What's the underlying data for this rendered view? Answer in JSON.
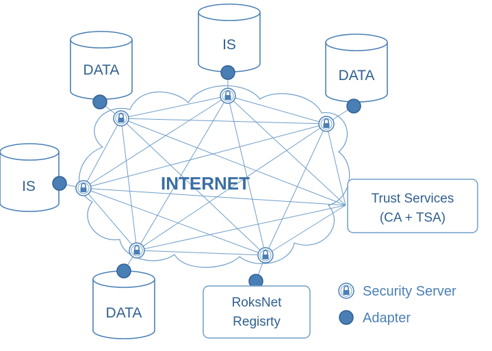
{
  "diagram": {
    "center_label": "INTERNET",
    "databases": [
      {
        "id": "data-top-left",
        "label": "DATA"
      },
      {
        "id": "is-top",
        "label": "IS"
      },
      {
        "id": "data-top-right",
        "label": "DATA"
      },
      {
        "id": "is-left",
        "label": "IS"
      },
      {
        "id": "data-bottom",
        "label": "DATA"
      }
    ],
    "trust_services": {
      "line1": "Trust Services",
      "line2": "(CA + TSA)"
    },
    "registry": {
      "line1": "RoksNet",
      "line2": "Regisrty"
    },
    "legend": {
      "security_server": "Security Server",
      "adapter": "Adapter"
    },
    "colors": {
      "primary": "#4a7fb5",
      "line": "#6f9dc8",
      "text": "#2f5f8f"
    }
  }
}
